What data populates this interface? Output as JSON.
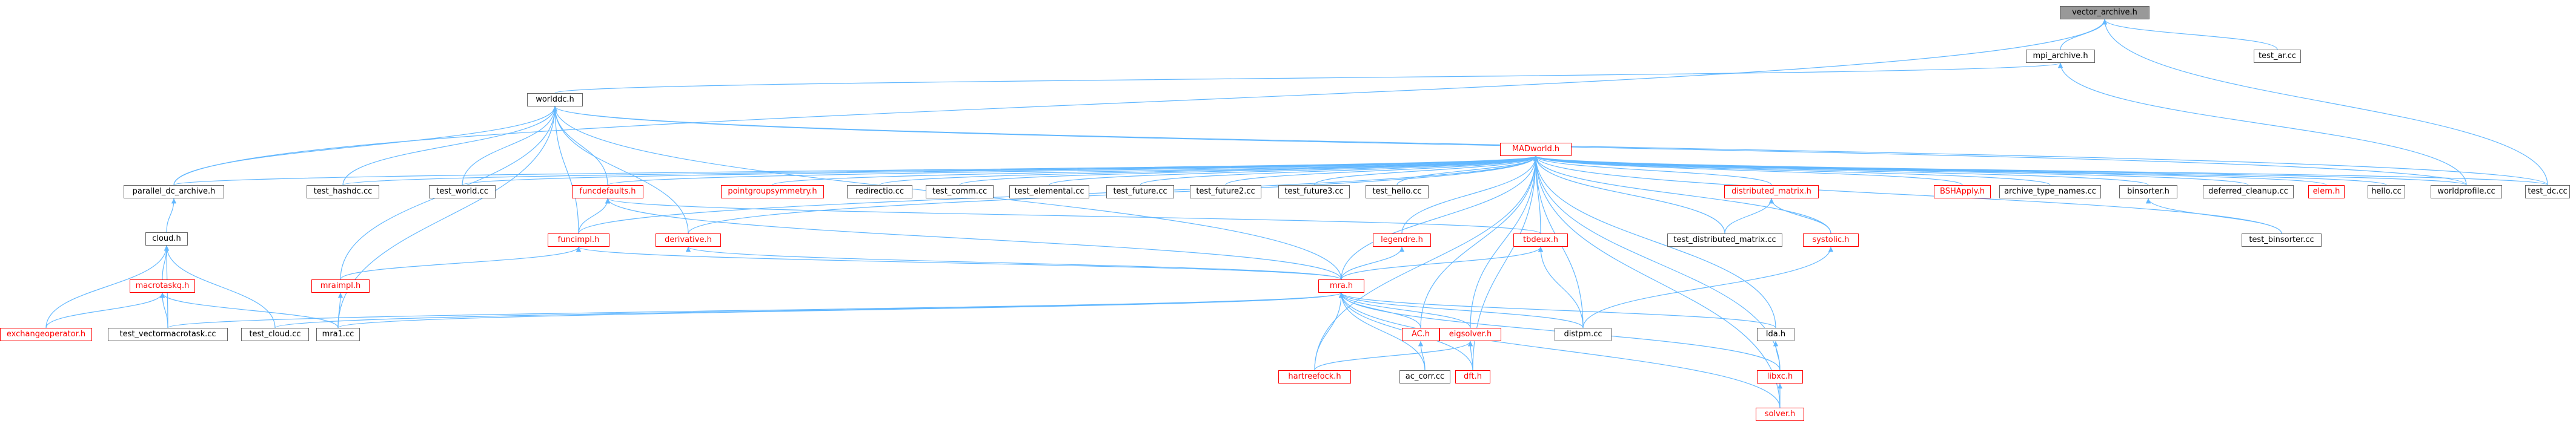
{
  "colors": {
    "edge": "#63b8ff",
    "node_border": "#666666",
    "node_fill": "#ffffff",
    "root_fill": "#999999",
    "highlight": "#ff0000",
    "text": "#000000"
  },
  "graph": {
    "root": "vector_archive",
    "nodes": [
      {
        "id": "vector_archive",
        "label": "vector_archive.h",
        "style": "root"
      },
      {
        "id": "mpi_archive",
        "label": "mpi_archive.h",
        "style": "normal"
      },
      {
        "id": "test_ar",
        "label": "test_ar.cc",
        "style": "normal"
      },
      {
        "id": "worlddc",
        "label": "worlddc.h",
        "style": "normal"
      },
      {
        "id": "madworld",
        "label": "MADworld.h",
        "style": "highlight"
      },
      {
        "id": "parallel_dc_archive",
        "label": "parallel_dc_archive.h",
        "style": "normal"
      },
      {
        "id": "test_hashdc",
        "label": "test_hashdc.cc",
        "style": "normal"
      },
      {
        "id": "test_world",
        "label": "test_world.cc",
        "style": "normal"
      },
      {
        "id": "funcdefaults",
        "label": "funcdefaults.h",
        "style": "highlight"
      },
      {
        "id": "pointgroupsymmetry",
        "label": "pointgroupsymmetry.h",
        "style": "highlight"
      },
      {
        "id": "redirectio",
        "label": "redirectio.cc",
        "style": "normal"
      },
      {
        "id": "test_comm",
        "label": "test_comm.cc",
        "style": "normal"
      },
      {
        "id": "test_elemental",
        "label": "test_elemental.cc",
        "style": "normal"
      },
      {
        "id": "test_future",
        "label": "test_future.cc",
        "style": "normal"
      },
      {
        "id": "test_future2",
        "label": "test_future2.cc",
        "style": "normal"
      },
      {
        "id": "test_future3",
        "label": "test_future3.cc",
        "style": "normal"
      },
      {
        "id": "test_hello",
        "label": "test_hello.cc",
        "style": "normal"
      },
      {
        "id": "distributed_matrix",
        "label": "distributed_matrix.h",
        "style": "highlight"
      },
      {
        "id": "bshapply",
        "label": "BSHApply.h",
        "style": "highlight"
      },
      {
        "id": "archive_type_names",
        "label": "archive_type_names.cc",
        "style": "normal"
      },
      {
        "id": "binsorter",
        "label": "binsorter.h",
        "style": "normal"
      },
      {
        "id": "deferred_cleanup",
        "label": "deferred_cleanup.cc",
        "style": "normal"
      },
      {
        "id": "elem",
        "label": "elem.h",
        "style": "highlight"
      },
      {
        "id": "hello",
        "label": "hello.cc",
        "style": "normal"
      },
      {
        "id": "worldprofile",
        "label": "worldprofile.cc",
        "style": "normal"
      },
      {
        "id": "test_dc",
        "label": "test_dc.cc",
        "style": "normal"
      },
      {
        "id": "cloud",
        "label": "cloud.h",
        "style": "normal"
      },
      {
        "id": "funcimpl",
        "label": "funcimpl.h",
        "style": "highlight"
      },
      {
        "id": "derivative",
        "label": "derivative.h",
        "style": "highlight"
      },
      {
        "id": "legendre",
        "label": "legendre.h",
        "style": "highlight"
      },
      {
        "id": "tbdeux",
        "label": "tbdeux.h",
        "style": "highlight"
      },
      {
        "id": "test_distributed_matrix",
        "label": "test_distributed_matrix.cc",
        "style": "normal"
      },
      {
        "id": "systolic",
        "label": "systolic.h",
        "style": "highlight"
      },
      {
        "id": "test_binsorter",
        "label": "test_binsorter.cc",
        "style": "normal"
      },
      {
        "id": "macrotaskq",
        "label": "macrotaskq.h",
        "style": "highlight"
      },
      {
        "id": "mraimpl",
        "label": "mraimpl.h",
        "style": "highlight"
      },
      {
        "id": "mra",
        "label": "mra.h",
        "style": "highlight"
      },
      {
        "id": "exchangeoperator",
        "label": "exchangeoperator.h",
        "style": "highlight"
      },
      {
        "id": "test_vectormacrotask",
        "label": "test_vectormacrotask.cc",
        "style": "normal"
      },
      {
        "id": "test_cloud",
        "label": "test_cloud.cc",
        "style": "normal"
      },
      {
        "id": "mra1",
        "label": "mra1.cc",
        "style": "normal"
      },
      {
        "id": "ac",
        "label": "AC.h",
        "style": "highlight"
      },
      {
        "id": "eigsolver",
        "label": "eigsolver.h",
        "style": "highlight"
      },
      {
        "id": "distpm",
        "label": "distpm.cc",
        "style": "normal"
      },
      {
        "id": "lda",
        "label": "lda.h",
        "style": "normal"
      },
      {
        "id": "hartreefock",
        "label": "hartreefock.h",
        "style": "highlight"
      },
      {
        "id": "ac_corr",
        "label": "ac_corr.cc",
        "style": "normal"
      },
      {
        "id": "dft",
        "label": "dft.h",
        "style": "highlight"
      },
      {
        "id": "libxc",
        "label": "libxc.h",
        "style": "highlight"
      },
      {
        "id": "solver",
        "label": "solver.h",
        "style": "highlight"
      }
    ],
    "edges": [
      [
        "mpi_archive",
        "vector_archive"
      ],
      [
        "test_ar",
        "vector_archive"
      ],
      [
        "parallel_dc_archive",
        "vector_archive"
      ],
      [
        "test_dc",
        "vector_archive"
      ],
      [
        "worlddc",
        "mpi_archive"
      ],
      [
        "worldprofile",
        "mpi_archive"
      ],
      [
        "parallel_dc_archive",
        "worlddc"
      ],
      [
        "test_hashdc",
        "worlddc"
      ],
      [
        "test_world",
        "worlddc"
      ],
      [
        "funcdefaults",
        "worlddc"
      ],
      [
        "funcimpl",
        "worlddc"
      ],
      [
        "derivative",
        "worlddc"
      ],
      [
        "mra",
        "worlddc"
      ],
      [
        "mraimpl",
        "worlddc"
      ],
      [
        "mra1",
        "worlddc"
      ],
      [
        "test_dc",
        "worlddc"
      ],
      [
        "worldprofile",
        "worlddc"
      ],
      [
        "cloud",
        "parallel_dc_archive"
      ],
      [
        "parallel_dc_archive",
        "madworld"
      ],
      [
        "test_hashdc",
        "madworld"
      ],
      [
        "test_world",
        "madworld"
      ],
      [
        "funcdefaults",
        "madworld"
      ],
      [
        "pointgroupsymmetry",
        "madworld"
      ],
      [
        "redirectio",
        "madworld"
      ],
      [
        "test_comm",
        "madworld"
      ],
      [
        "test_elemental",
        "madworld"
      ],
      [
        "test_future",
        "madworld"
      ],
      [
        "test_future2",
        "madworld"
      ],
      [
        "test_future3",
        "madworld"
      ],
      [
        "test_hello",
        "madworld"
      ],
      [
        "distributed_matrix",
        "madworld"
      ],
      [
        "bshapply",
        "madworld"
      ],
      [
        "archive_type_names",
        "madworld"
      ],
      [
        "binsorter",
        "madworld"
      ],
      [
        "deferred_cleanup",
        "madworld"
      ],
      [
        "elem",
        "madworld"
      ],
      [
        "hello",
        "madworld"
      ],
      [
        "worldprofile",
        "madworld"
      ],
      [
        "test_dc",
        "madworld"
      ],
      [
        "funcimpl",
        "madworld"
      ],
      [
        "derivative",
        "madworld"
      ],
      [
        "legendre",
        "madworld"
      ],
      [
        "tbdeux",
        "madworld"
      ],
      [
        "test_distributed_matrix",
        "madworld"
      ],
      [
        "systolic",
        "madworld"
      ],
      [
        "test_binsorter",
        "madworld"
      ],
      [
        "mra",
        "madworld"
      ],
      [
        "ac",
        "madworld"
      ],
      [
        "eigsolver",
        "madworld"
      ],
      [
        "distpm",
        "madworld"
      ],
      [
        "lda",
        "madworld"
      ],
      [
        "hartreefock",
        "madworld"
      ],
      [
        "dft",
        "madworld"
      ],
      [
        "libxc",
        "madworld"
      ],
      [
        "solver",
        "madworld"
      ],
      [
        "funcimpl",
        "funcdefaults"
      ],
      [
        "mra",
        "funcdefaults"
      ],
      [
        "tbdeux",
        "funcdefaults"
      ],
      [
        "test_distributed_matrix",
        "distributed_matrix"
      ],
      [
        "systolic",
        "distributed_matrix"
      ],
      [
        "test_binsorter",
        "binsorter"
      ],
      [
        "macrotaskq",
        "cloud"
      ],
      [
        "exchangeoperator",
        "cloud"
      ],
      [
        "test_vectormacrotask",
        "cloud"
      ],
      [
        "test_cloud",
        "cloud"
      ],
      [
        "mraimpl",
        "funcimpl"
      ],
      [
        "mra",
        "funcimpl"
      ],
      [
        "mra",
        "derivative"
      ],
      [
        "mra",
        "legendre"
      ],
      [
        "mra",
        "tbdeux"
      ],
      [
        "distpm",
        "tbdeux"
      ],
      [
        "distpm",
        "systolic"
      ],
      [
        "exchangeoperator",
        "macrotaskq"
      ],
      [
        "test_vectormacrotask",
        "macrotaskq"
      ],
      [
        "mra1",
        "macrotaskq"
      ],
      [
        "mra1",
        "mraimpl"
      ],
      [
        "test_vectormacrotask",
        "mra"
      ],
      [
        "test_cloud",
        "mra"
      ],
      [
        "mra1",
        "mra"
      ],
      [
        "ac",
        "mra"
      ],
      [
        "eigsolver",
        "mra"
      ],
      [
        "distpm",
        "mra"
      ],
      [
        "lda",
        "mra"
      ],
      [
        "hartreefock",
        "mra"
      ],
      [
        "ac_corr",
        "mra"
      ],
      [
        "dft",
        "mra"
      ],
      [
        "libxc",
        "mra"
      ],
      [
        "solver",
        "mra"
      ],
      [
        "ac_corr",
        "ac"
      ],
      [
        "hartreefock",
        "eigsolver"
      ],
      [
        "dft",
        "eigsolver"
      ],
      [
        "libxc",
        "lda"
      ],
      [
        "solver",
        "libxc"
      ]
    ]
  }
}
